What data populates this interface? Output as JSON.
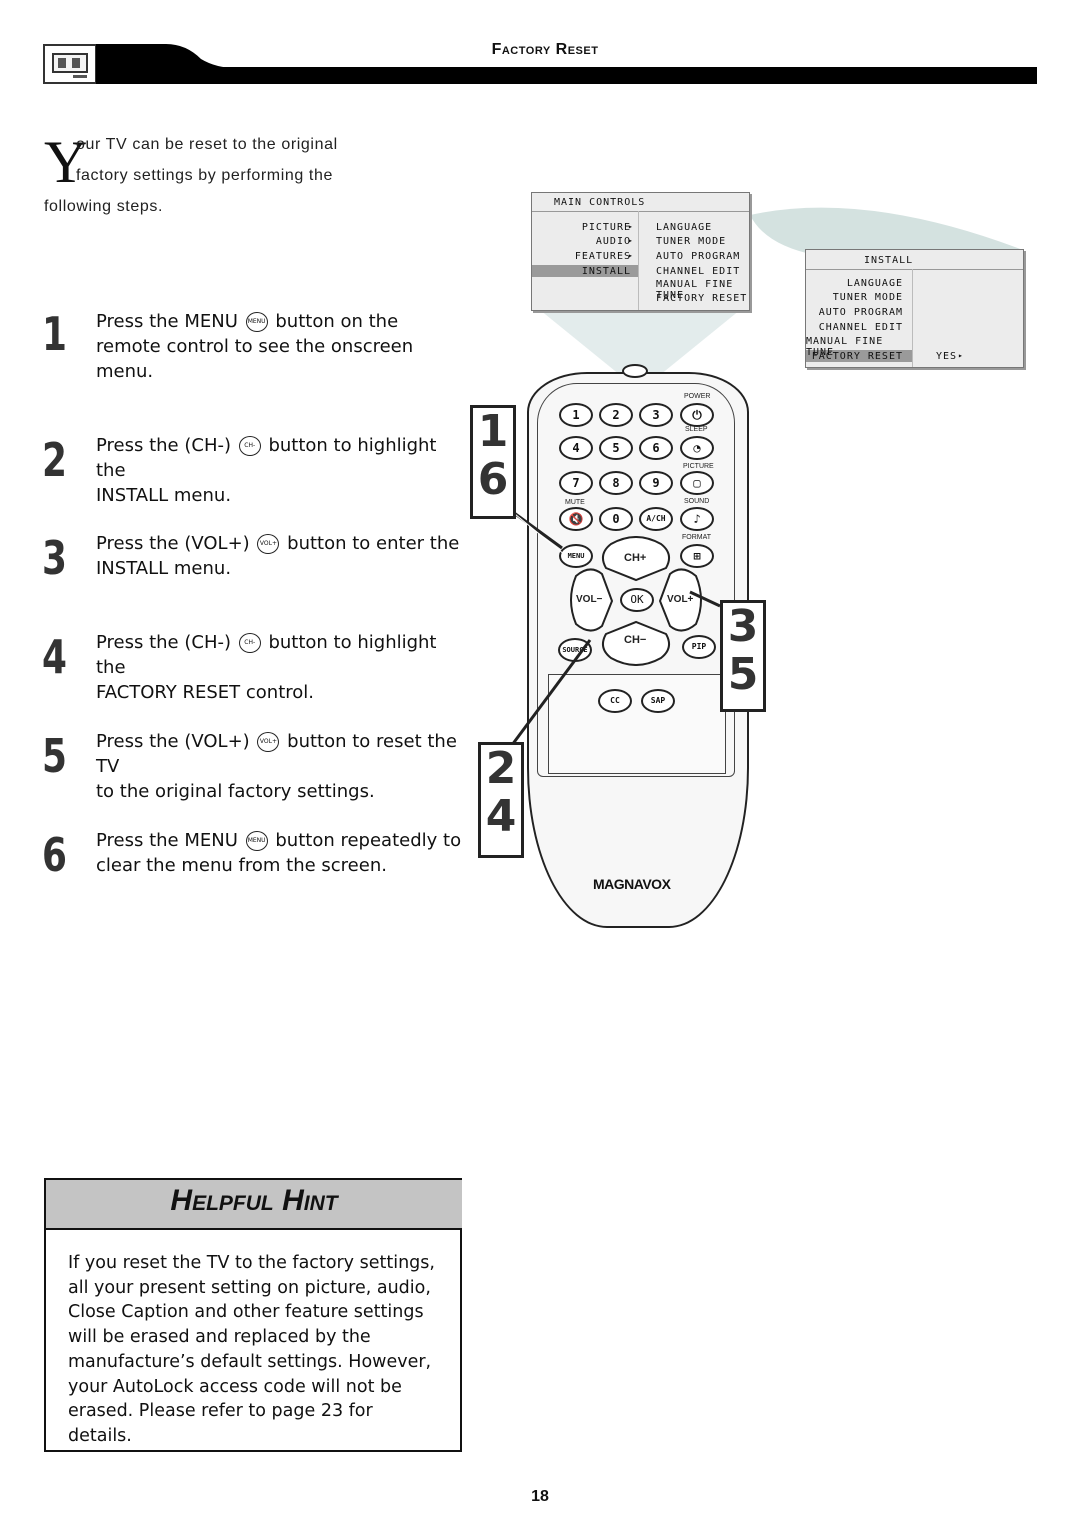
{
  "header": {
    "title": "Factory Reset"
  },
  "intro": {
    "drop_cap": "Y",
    "line1": "our TV can be reset to the original",
    "line2": "factory settings by performing the",
    "line3": "following steps."
  },
  "steps": [
    {
      "num": "1",
      "line1_a": "Press the MENU",
      "line1_b": "button on the",
      "line2": "remote control to see the onscreen",
      "line3": "menu."
    },
    {
      "num": "2",
      "line1_a": "Press the (CH-)",
      "line1_b": "button to highlight the",
      "line2": "INSTALL menu."
    },
    {
      "num": "3",
      "line1_a": "Press the (VOL+)",
      "line1_b": "button to enter the",
      "line2": "INSTALL menu."
    },
    {
      "num": "4",
      "line1_a": "Press the (CH-)",
      "line1_b": "button to highlight the",
      "line2": "FACTORY RESET control."
    },
    {
      "num": "5",
      "line1_a": "Press the (VOL+)",
      "line1_b": "button to reset the TV",
      "line2": "to the original factory settings."
    },
    {
      "num": "6",
      "line1_a": "Press the MENU",
      "line1_b": "button repeatedly to",
      "line2": "clear the menu from the screen."
    }
  ],
  "icon_labels": {
    "menu": "MENU",
    "ch": "CH-",
    "vol": "VOL+"
  },
  "main_menu": {
    "title": "MAIN CONTROLS",
    "left": [
      "PICTURE",
      "AUDIO",
      "FEATURES",
      "INSTALL"
    ],
    "right": [
      "LANGUAGE",
      "TUNER MODE",
      "AUTO PROGRAM",
      "CHANNEL EDIT",
      "MANUAL FINE TUNE",
      "FACTORY RESET"
    ]
  },
  "install_menu": {
    "title": "INSTALL",
    "left": [
      "LANGUAGE",
      "TUNER MODE",
      "AUTO PROGRAM",
      "CHANNEL EDIT",
      "MANUAL FINE TUNE",
      "FACTORY RESET"
    ],
    "value": "YES"
  },
  "remote": {
    "keys": [
      "1",
      "2",
      "3",
      "4",
      "5",
      "6",
      "7",
      "8",
      "9",
      "0",
      "A/CH"
    ],
    "labels": {
      "power": "POWER",
      "sleep": "SLEEP",
      "picture": "PICTURE",
      "mute": "MUTE",
      "sound": "SOUND",
      "format": "FORMAT",
      "menu": "MENU",
      "ch_up": "CH+",
      "vol_down": "VOL−",
      "ok": "OK",
      "vol_up": "VOL+",
      "source": "SOURCE",
      "ch_down": "CH−",
      "pip": "PIP",
      "cc": "CC",
      "sap": "SAP"
    },
    "brand": "MAGNAVOX"
  },
  "callouts": {
    "a_top": "1",
    "a_bottom": "6",
    "b_top": "3",
    "b_bottom": "5",
    "c_top": "2",
    "c_bottom": "4"
  },
  "hint": {
    "title": "Helpful Hint",
    "lines": [
      "If you reset the TV to the factory settings,",
      "all your present setting on picture, audio,",
      "Close Caption and other feature settings",
      "will be erased and replaced by the",
      "manufacture’s default settings. However,",
      "your AutoLock access code will not be",
      "erased. Please refer to page 23 for details."
    ]
  },
  "page_number": "18"
}
